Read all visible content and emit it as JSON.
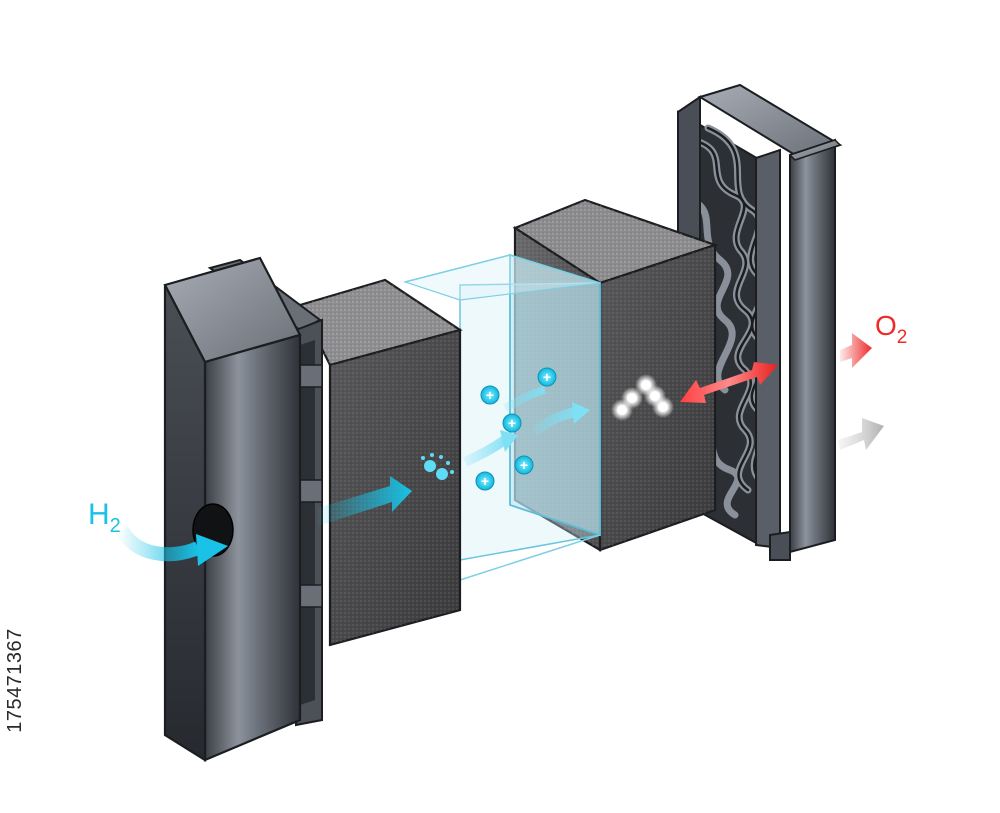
{
  "labels": {
    "hydrogen_main": "H",
    "hydrogen_sub": "2",
    "oxygen_main": "O",
    "oxygen_sub": "2",
    "proton_sign": "+",
    "stock_id": "175471367"
  },
  "proton_count": 5,
  "colors": {
    "hydrogen": "#19c2e6",
    "oxygen": "#ef2a2a",
    "exhaust": "#b5b5b5",
    "plate": "#5b6068",
    "electrode": "#4a4a4c",
    "membrane": "#bfe8f3"
  },
  "icons": [
    "hydrogen-inlet-arrow",
    "oxygen-outlet-arrow",
    "water-outlet-arrow",
    "proton-icon",
    "electron-cluster-icon",
    "reaction-double-arrow"
  ]
}
